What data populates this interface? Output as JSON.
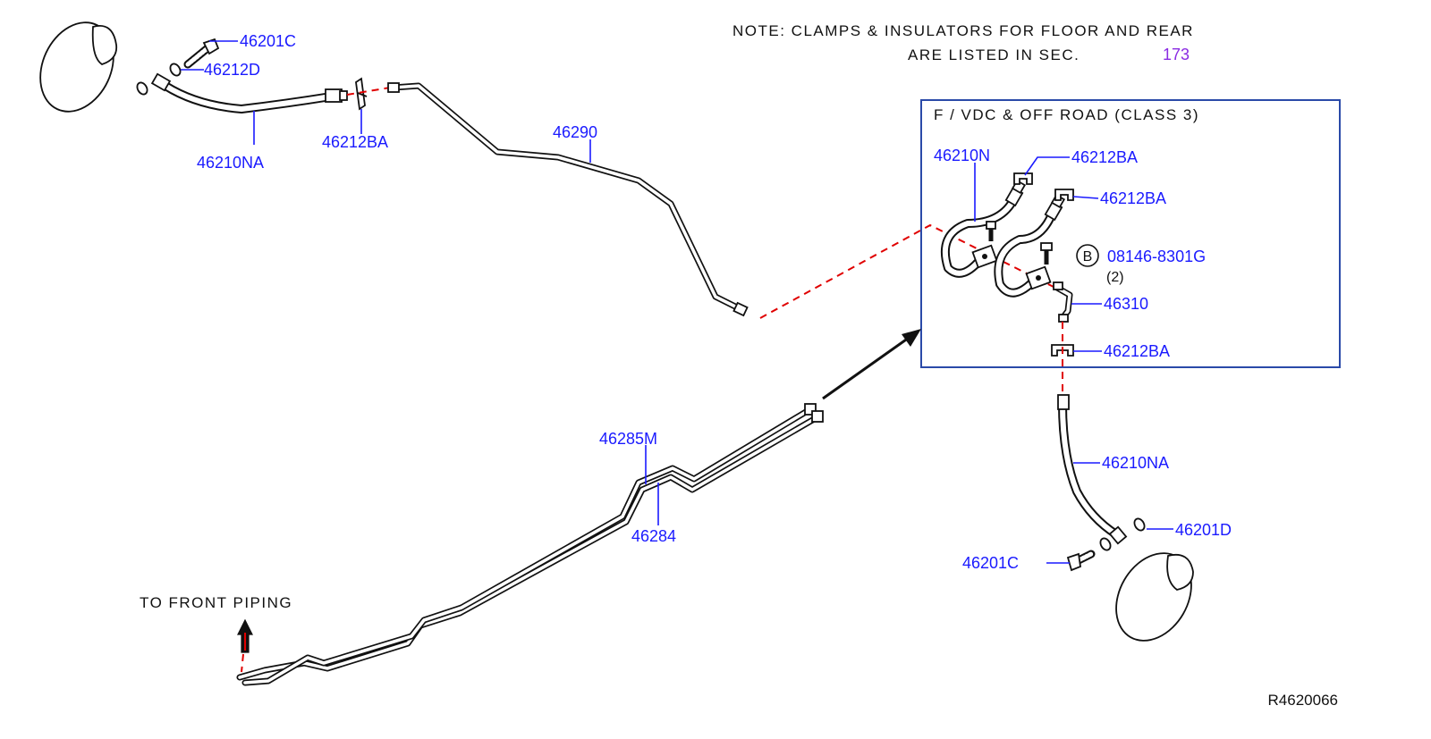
{
  "note": {
    "line1": "NOTE: CLAMPS & INSULATORS FOR FLOOR AND REAR",
    "line2": "ARE LISTED IN SEC.",
    "section": "173"
  },
  "inset": {
    "title": "F / VDC & OFF ROAD (CLASS 3)"
  },
  "labels": {
    "p46201C_top": "46201C",
    "p46212D": "46212D",
    "p46210NA_top": "46210NA",
    "p46212BA_top": "46212BA",
    "p46290": "46290",
    "p46210N": "46210N",
    "p46212BA_i1": "46212BA",
    "p46212BA_i2": "46212BA",
    "p08146": "08146-8301G",
    "p08146_qty": "(2)",
    "p08146_marker": "B",
    "p46310": "46310",
    "p46212BA_i3": "46212BA",
    "p46285M": "46285M",
    "p46284": "46284",
    "p46210NA_bottom": "46210NA",
    "p46201D": "46201D",
    "p46201C_bottom": "46201C"
  },
  "to_front": "TO FRONT PIPING",
  "diagram_code": "R4620066",
  "colors": {
    "callout": "#1a1aff",
    "section_ref": "#8a2be2",
    "connection_dash": "#e00000",
    "line": "#111111"
  }
}
